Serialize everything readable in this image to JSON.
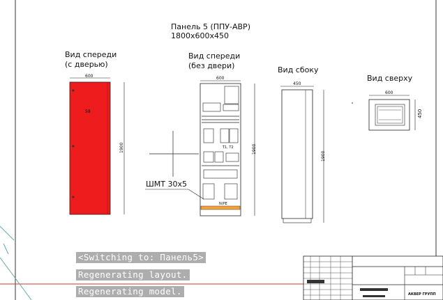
{
  "drawing": {
    "title_line1": "Панель 5 (ППУ-АВР)",
    "title_line2": "1800х600х450",
    "views": {
      "front_with_door": {
        "label_line1": "Вид спереди",
        "label_line2": "(с  дверью)",
        "dim_width": "600",
        "dim_height": "1900",
        "door_label": "58"
      },
      "front_without_door": {
        "label_line1": "Вид спереди",
        "label_line2": "(без двери)",
        "dim_width": "600",
        "dim_height": "1900",
        "busbar_label": "ШМТ 30х5",
        "pe_label": "N/PE",
        "breaker_label": "T1, T2"
      },
      "side": {
        "label": "Вид сбоку",
        "dim_width": "450",
        "dim_height": "1900"
      },
      "top": {
        "label": "Вид сверху",
        "dim_width": "600",
        "dim_height": "450"
      }
    },
    "title_block": {
      "company": "АКВЕР ГРУПП"
    }
  },
  "command_line": {
    "messages": [
      "<Switching to: Панель5>",
      "Regenerating layout.",
      "Regenerating model."
    ]
  },
  "colors": {
    "door": "#ee1c1c",
    "busbar": "#f2a23a",
    "frame_border": "#cc3333"
  }
}
